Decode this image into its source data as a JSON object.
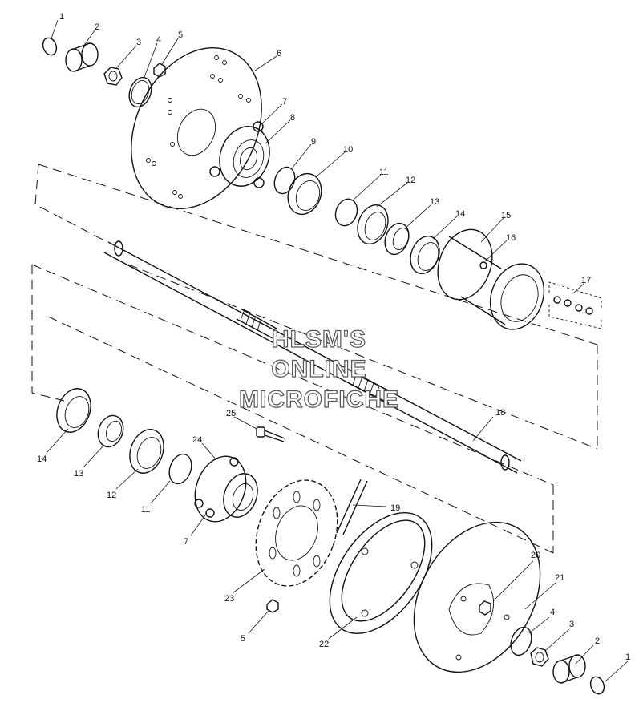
{
  "watermark": {
    "line1": "HLSM'S",
    "line2": "ONLINE",
    "line3": "MICROFICHE"
  },
  "callouts": {
    "c1_top": "1",
    "c2_top": "2",
    "c3_top": "3",
    "c4_top": "4",
    "c5_top": "5",
    "c6": "6",
    "c7_top": "7",
    "c8": "8",
    "c9": "9",
    "c10": "10",
    "c11_top": "11",
    "c12_top": "12",
    "c13_top": "13",
    "c14_top": "14",
    "c15": "15",
    "c16": "16",
    "c17": "17",
    "c18": "18",
    "c14_bot": "14",
    "c13_bot": "13",
    "c12_bot": "12",
    "c11_bot": "11",
    "c25": "25",
    "c24": "24",
    "c7_bot": "7",
    "c19": "19",
    "c23": "23",
    "c5_bot": "5",
    "c22": "22",
    "c20": "20",
    "c21": "21",
    "c4_bot": "4",
    "c3_bot": "3",
    "c2_bot": "2",
    "c1_bot": "1"
  }
}
